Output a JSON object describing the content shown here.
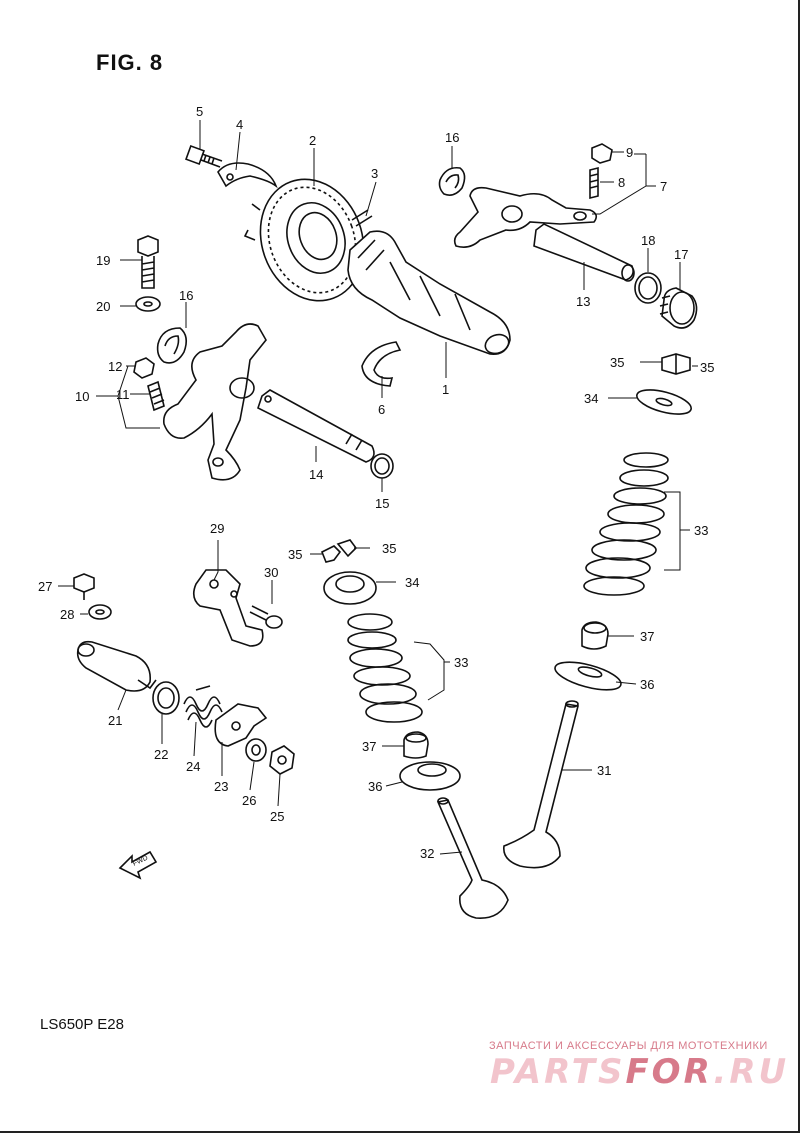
{
  "figure": {
    "title": "FIG. 8",
    "model": "LS650P  E28",
    "fwd_arrow_label": "FWD"
  },
  "watermark": {
    "tagline": "ЗАПЧАСТИ И АКСЕССУАРЫ ДЛЯ МОТОТЕХНИКИ",
    "brand_a": "PARTS",
    "brand_b": "FOR",
    "brand_c": ".RU"
  },
  "callouts": {
    "c1": "1",
    "c2": "2",
    "c3": "3",
    "c4": "4",
    "c5": "5",
    "c6": "6",
    "c7": "7",
    "c8": "8",
    "c9": "9",
    "c10": "10",
    "c11": "11",
    "c12": "12",
    "c13": "13",
    "c14": "14",
    "c15": "15",
    "c16a": "16",
    "c16b": "16",
    "c17": "17",
    "c18": "18",
    "c19": "19",
    "c20": "20",
    "c21": "21",
    "c22": "22",
    "c23": "23",
    "c24": "24",
    "c25": "25",
    "c26": "26",
    "c27": "27",
    "c28": "28",
    "c29": "29",
    "c30": "30",
    "c31": "31",
    "c32": "32",
    "c33a": "33",
    "c33b": "33",
    "c34a": "34",
    "c34b": "34",
    "c35a": "35",
    "c35b": "35",
    "c35c": "35",
    "c35d": "35",
    "c36a": "36",
    "c36b": "36",
    "c37a": "37",
    "c37b": "37"
  },
  "colors": {
    "line": "#111111",
    "watermark_dark": "#d77a8a",
    "watermark_light": "#f2c4cc"
  }
}
